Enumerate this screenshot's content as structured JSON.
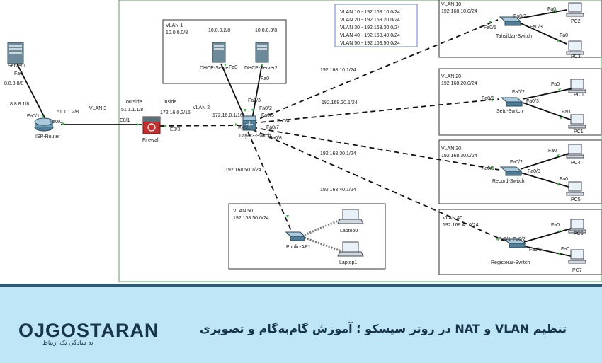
{
  "vlan_legend": [
    "VLAN 10 - 192.168.10.0/24",
    "VLAN 20 - 192.168.20.0/24",
    "VLAN 30 - 192.168.30.0/24",
    "VLAN 40 - 192.168.40.0/24",
    "VLAN 50 - 192.168.50.0/24"
  ],
  "server0": {
    "name": "Server0",
    "port": "Fa0",
    "ip": "8.8.8.8/8"
  },
  "isp": {
    "name": "ISP-Router",
    "gw": "8.8.8.1/8",
    "port_fa01": "Fa0/1",
    "port_fa00": "Fa0/0",
    "wan_ip": "51.1.1.2/8"
  },
  "vlan3_label": "VLAN 3",
  "firewall": {
    "name": "Firewall",
    "outside": "outside",
    "outside_ip": "51.1.1.1/8",
    "port_out": "E0/1",
    "inside": "inside",
    "inside_ip": "172.16.0.2/16",
    "port_in": "E0/0"
  },
  "vlan2_label": "VLAN 2",
  "vlan1_box": {
    "title": "VLAN 1",
    "subnet": "10.0.0.0/8",
    "ip_dhcp": "10.0.0.2/8",
    "ip_dhcp2": "10.0.0.3/8"
  },
  "dhcp_server": {
    "name": "DHCP-Server",
    "port": "Fa0"
  },
  "dhcp_server2": {
    "name": "DHCP-Server2",
    "port": "Fa0"
  },
  "l3": {
    "name": "Layer3-Switch",
    "fa03": "Fa0/3",
    "fa02": "Fa0/2",
    "fa05": "Fa0/5",
    "fa04": "Fa0/4",
    "fa07": "Fa0/7",
    "fa01": "Fa0/1",
    "fa06": "Fa0/6",
    "fa08": "Fa0/8",
    "ip": "172.16.0.1/16"
  },
  "links": {
    "v10": "192.168.10.1/24",
    "v20": "192.168.20.1/24",
    "v30": "192.168.30.1/24",
    "v40": "192.168.40.1/24",
    "v50": "192.168.50.1/24"
  },
  "vlan10": {
    "title": "VLAN 10",
    "subnet": "192.168.10.0/24",
    "switch": "Tahsildar-Switch",
    "fa01": "Fa0/1",
    "fa02": "Fa0/2",
    "fa03": "Fa0/3",
    "pc_a": "PC2",
    "pc_b": "PC3",
    "port": "Fa0"
  },
  "vlan20": {
    "title": "VLAN 20",
    "subnet": "192.168.20.0/24",
    "switch": "Setu-Switch",
    "fa01": "Fa0/1",
    "fa02": "Fa0/2",
    "fa03": "Fa0/3",
    "pc_a": "PC0",
    "pc_b": "PC1",
    "port": "Fa0"
  },
  "vlan30": {
    "title": "VLAN 30",
    "subnet": "192.168.30.0/24",
    "switch": "Record-Switch",
    "fa01": "Fa0/1",
    "fa02": "Fa0/2",
    "fa03": "Fa0/3",
    "pc_a": "PC4",
    "pc_b": "PC5",
    "port": "Fa0"
  },
  "vlan40": {
    "title": "VLAN 40",
    "subnet": "192.168.40.0/24",
    "switch": "Registerar-Switch",
    "fa01": "Fa0/1",
    "fa02": "Fa0/2",
    "fa03": "Fa0/3",
    "pc_a": "PC6",
    "pc_b": "PC7",
    "port": "Fa0"
  },
  "vlan50": {
    "title": "VLAN 50",
    "subnet": "192.168.50.0/24",
    "ap": "Public-AP1",
    "laptop_a": "Laptop0",
    "laptop_b": "Laptop1"
  },
  "footer": {
    "logo": "OJGOSTARAN",
    "tagline": "به سادگی یک ارتباط",
    "title": "تنظیم VLAN و NAT در روتر سیسکو ؛ آموزش گام‌به‌گام و تصویری"
  },
  "colors": {
    "footer_bg": "#bfe6f7",
    "stripe": "#2f5a78",
    "logo": "#17344a",
    "area_border": "#5aa35a",
    "link": "#111111",
    "port_dot": "#39b54a"
  }
}
